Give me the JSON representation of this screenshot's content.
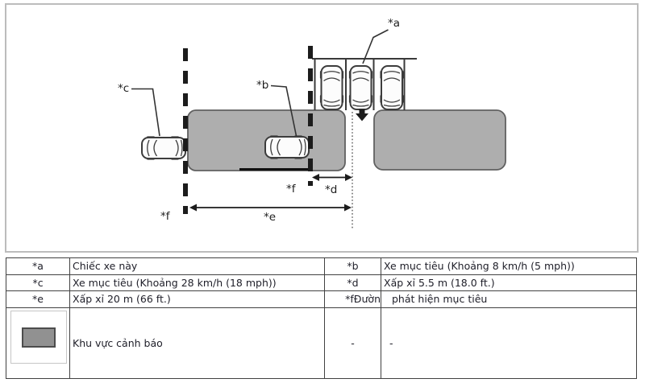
{
  "colors": {
    "page_bg": "#ffffff",
    "diagram_border": "#bcbcbc",
    "zone_fill": "#aeaeae",
    "zone_border": "#606060",
    "line_color": "#1c1c1c",
    "car_outline": "#3c3c3c",
    "table_border": "#414141",
    "text_color": "#1e1e28",
    "swatch_fill": "#919191",
    "swatch_border": "#4c4c4c",
    "swatch_box_border": "#c6c6c6"
  },
  "diagram": {
    "callouts": {
      "a": "*a",
      "b": "*b",
      "c": "*c",
      "d": "*d",
      "e": "*e",
      "f_left": "*f",
      "f_mid": "*f"
    }
  },
  "table": {
    "rows": [
      {
        "label1": "*a",
        "value1": "Chiếc xe này",
        "label2": "*b",
        "value2": "Xe mục tiêu (Khoảng 8 km/h (5 mph))"
      },
      {
        "label1": "*c",
        "value1": "Xe mục tiêu (Khoảng 28 km/h (18 mph))",
        "label2": "*d",
        "value2": "Xấp xỉ 5.5 m (18.0 ft.)"
      },
      {
        "label1": "*e",
        "value1": "Xấp xỉ 20 m (66 ft.)",
        "label2": "*fĐườn",
        "value2": "phát hiện mục tiêu"
      },
      {
        "label1": "",
        "value1": "Khu vực cảnh báo",
        "label2": "-",
        "value2": "-"
      }
    ]
  }
}
